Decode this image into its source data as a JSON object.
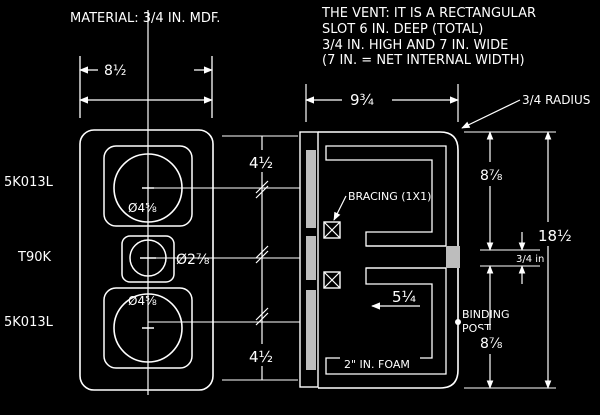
{
  "header": {
    "material": "MATERIAL: 3/4 IN. MDF.",
    "vent_note": [
      "THE VENT: IT IS A RECTANGULAR",
      "SLOT 6 IN. DEEP (TOTAL)",
      "3/4 IN. HIGH AND 7 IN. WIDE",
      "(7 IN. = NET INTERNAL WIDTH)"
    ]
  },
  "front_view": {
    "width_dim": "8½",
    "drivers": [
      {
        "label": "5K013L",
        "diameter": "Ø4⅝"
      },
      {
        "label": "T90K",
        "diameter": "Ø2⅞"
      },
      {
        "label": "5K013L",
        "diameter": "Ø4⅝"
      }
    ],
    "spacing_dims": [
      "4½",
      "4½"
    ]
  },
  "side_view": {
    "depth_dim": "9¾",
    "radius": "3/4 RADIUS",
    "bracing": "BRACING (1X1)",
    "vent_depth": "5¼",
    "binding_post": [
      "BINDING",
      "POST"
    ],
    "foam": "2\" IN. FOAM",
    "upper_height": "8⅞",
    "lower_height": "8⅞",
    "vent_height": "3/4 in",
    "total_height": "18½"
  },
  "colors": {
    "background": "#000000",
    "ink": "#ffffff",
    "fill": "#bdbdbd"
  }
}
